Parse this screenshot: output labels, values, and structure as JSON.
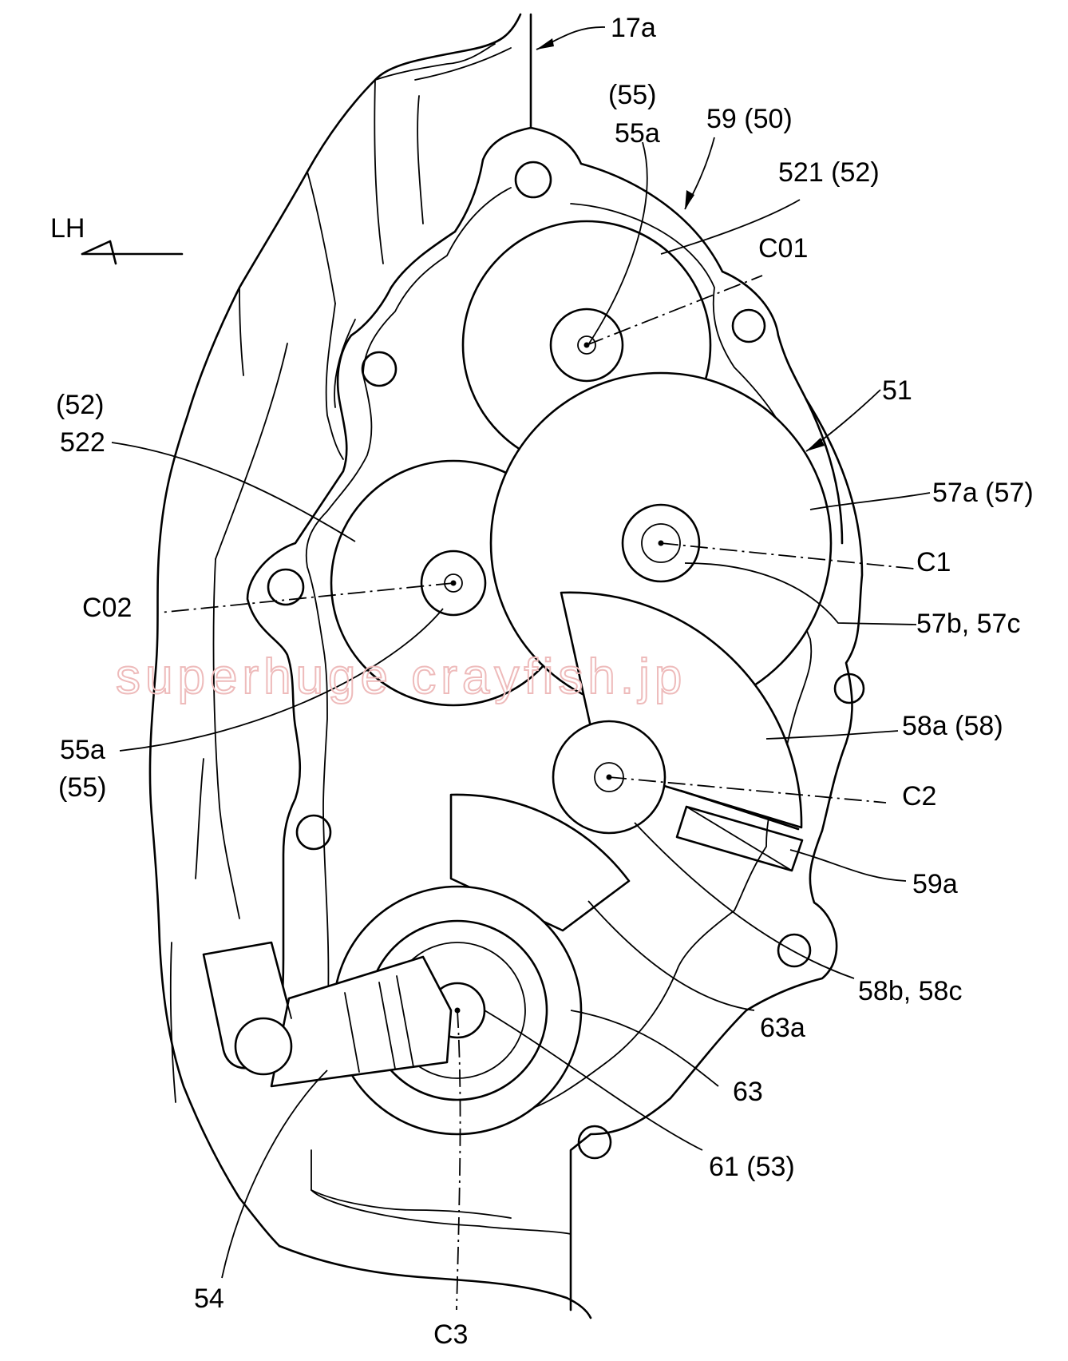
{
  "labels": {
    "l17a": "17a",
    "l55p_top": "(55)",
    "l55a_top": "55a",
    "l59_50": "59 (50)",
    "l521_52": "521 (52)",
    "lC01": "C01",
    "lLH": "LH",
    "l51": "51",
    "l52p": "(52)",
    "l522": "522",
    "l57a_57": "57a (57)",
    "lC1": "C1",
    "lC02": "C02",
    "l57b_57c": "57b, 57c",
    "l58a_58": "58a (58)",
    "l55a_bot": "55a",
    "l55p_bot": "(55)",
    "lC2": "C2",
    "l59a": "59a",
    "l58b_58c": "58b, 58c",
    "l63a": "63a",
    "l63": "63",
    "l61_53": "61 (53)",
    "l54": "54",
    "lC3": "C3"
  },
  "watermark": "superhuge crayfish.jp"
}
